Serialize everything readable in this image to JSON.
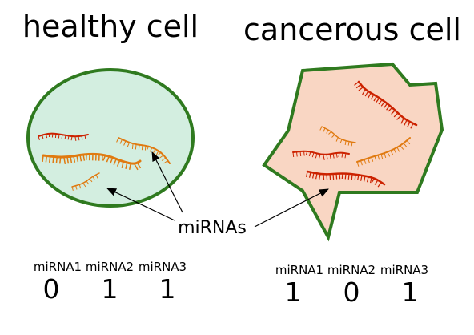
{
  "healthy": {
    "title": "healthy cell",
    "fill_color": "#d3eee0",
    "stroke_color": "#2f7a1f",
    "table": {
      "labels": [
        "miRNA1",
        "miRNA2",
        "miRNA3"
      ],
      "values": [
        "0",
        "1",
        "1"
      ]
    }
  },
  "cancerous": {
    "title": "cancerous cell",
    "fill_color": "#f9d6c3",
    "stroke_color": "#2f7a1f",
    "table": {
      "labels": [
        "miRNA1",
        "miRNA2",
        "miRNA3"
      ],
      "values": [
        "1",
        "0",
        "1"
      ]
    }
  },
  "annotation": {
    "label": "miRNAs"
  },
  "colors": {
    "mirna_red": "#cc2200",
    "mirna_orange": "#e07a10"
  }
}
